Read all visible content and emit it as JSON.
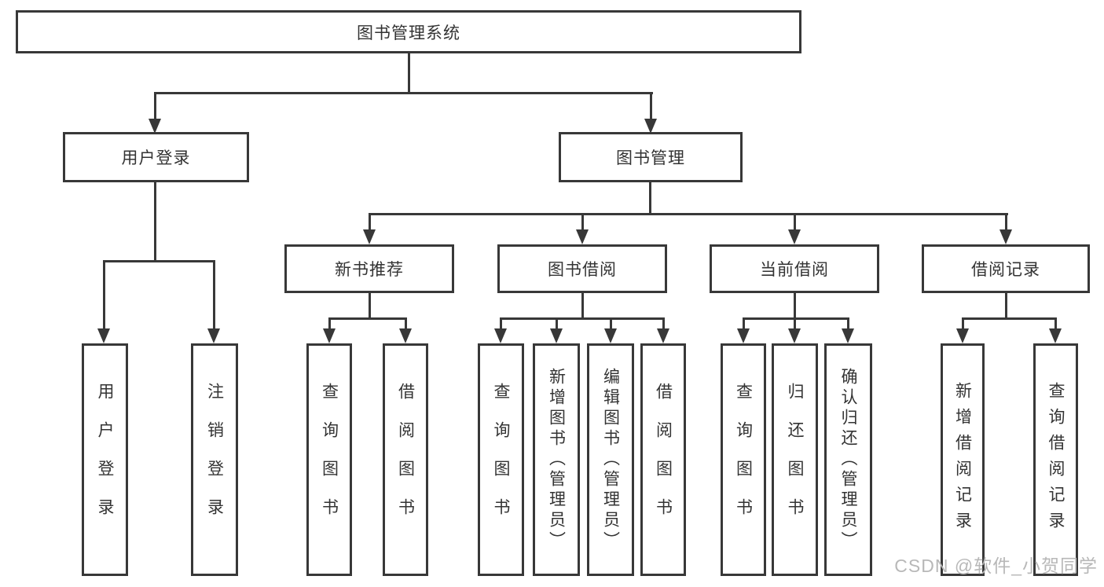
{
  "diagram_type": "function-structure-tree",
  "tree": {
    "root": "图书管理系统",
    "children": [
      {
        "label": "用户登录",
        "children": [
          "用户登录",
          "注销登录"
        ]
      },
      {
        "label": "图书管理",
        "children": [
          {
            "label": "新书推荐",
            "children": [
              "查询图书",
              "借阅图书"
            ]
          },
          {
            "label": "图书借阅",
            "children": [
              "查询图书",
              "新增图书（管理员）",
              "编辑图书（管理员）",
              "借阅图书"
            ]
          },
          {
            "label": "当前借阅",
            "children": [
              "查询图书",
              "归还图书",
              "确认归还（管理员）"
            ]
          },
          {
            "label": "借阅记录",
            "children": [
              "新增借阅记录",
              "查询借阅记录"
            ]
          }
        ]
      }
    ]
  },
  "watermark": {
    "text": "CSDN @软件_小贺同学"
  },
  "colors": {
    "line": "#383838",
    "text": "#333333",
    "watermark": "#b8b8b8",
    "background": "#ffffff"
  }
}
